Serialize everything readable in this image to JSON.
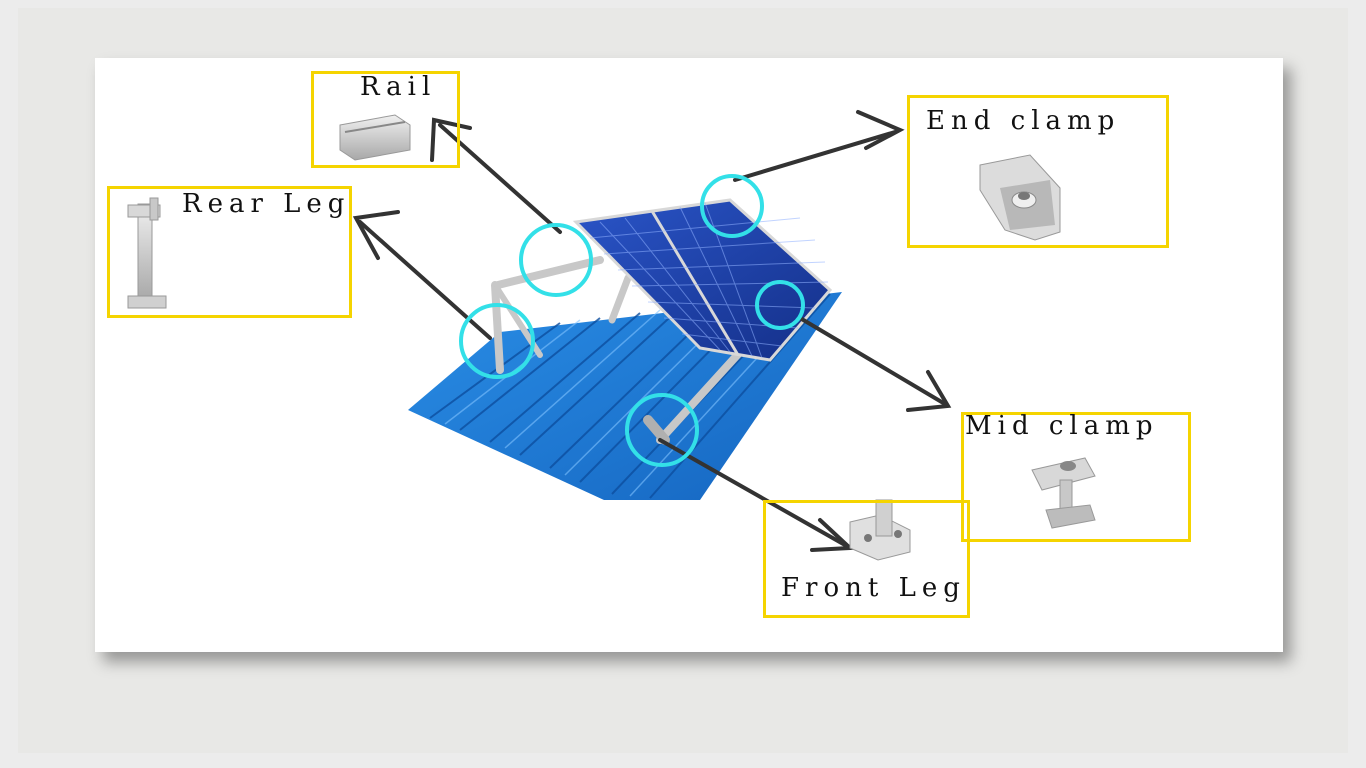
{
  "components": {
    "rail": "Rail",
    "end_clamp": "End clamp",
    "rear_leg": "Rear Leg",
    "mid_clamp": "Mid clamp",
    "front_leg": "Front Leg"
  },
  "colors": {
    "box_border": "#f5d400",
    "highlight_circle": "#33e0e8",
    "roof": "#1e7fd8",
    "panel": "#1a3a9a"
  }
}
